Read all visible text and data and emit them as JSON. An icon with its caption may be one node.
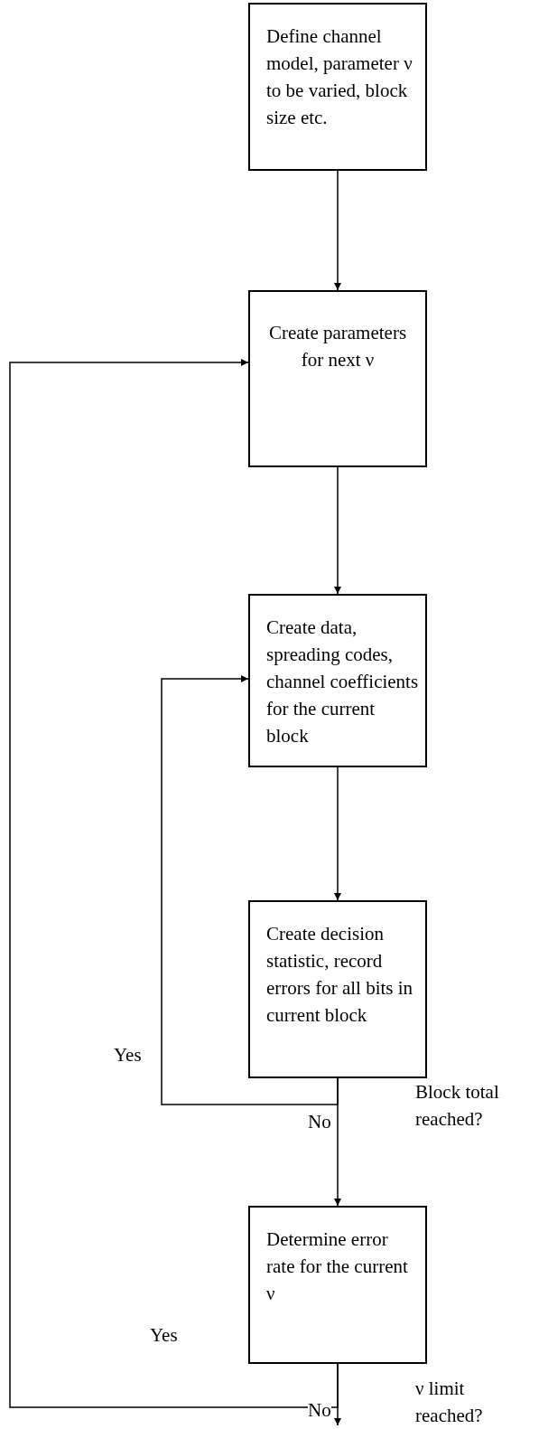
{
  "diagram": {
    "nodes": [
      {
        "text": [
          "Define channel model, parameter ν to be varied, block size etc."
        ]
      },
      {
        "text": [
          "Create parameters for next ν"
        ]
      },
      {
        "text": [
          "Create data, spreading codes, channel coefficients for the current block"
        ]
      },
      {
        "text": [
          "Create decision statistic, record errors for all bits in current block"
        ]
      },
      {
        "text": [
          "Determine error rate for the current ν"
        ]
      }
    ],
    "edges": [
      {
        "from": 0,
        "to": 1,
        "arrow": "to"
      },
      {
        "from": 1,
        "to": 2,
        "arrow": "to"
      },
      {
        "from": 2,
        "to": 3,
        "arrow": "to"
      },
      {
        "from": 3,
        "to": 2,
        "arrow": "to",
        "label": "Yes"
      },
      {
        "from": 3,
        "to": 4,
        "arrow": "to",
        "label": "No"
      },
      {
        "from": 4,
        "to": 1,
        "arrow": "to",
        "label": "Yes"
      },
      {
        "from": 4,
        "to": null,
        "arrow": "to",
        "label": "No"
      }
    ],
    "labels": [
      "Block total reached?",
      "ν limit reached?"
    ]
  }
}
